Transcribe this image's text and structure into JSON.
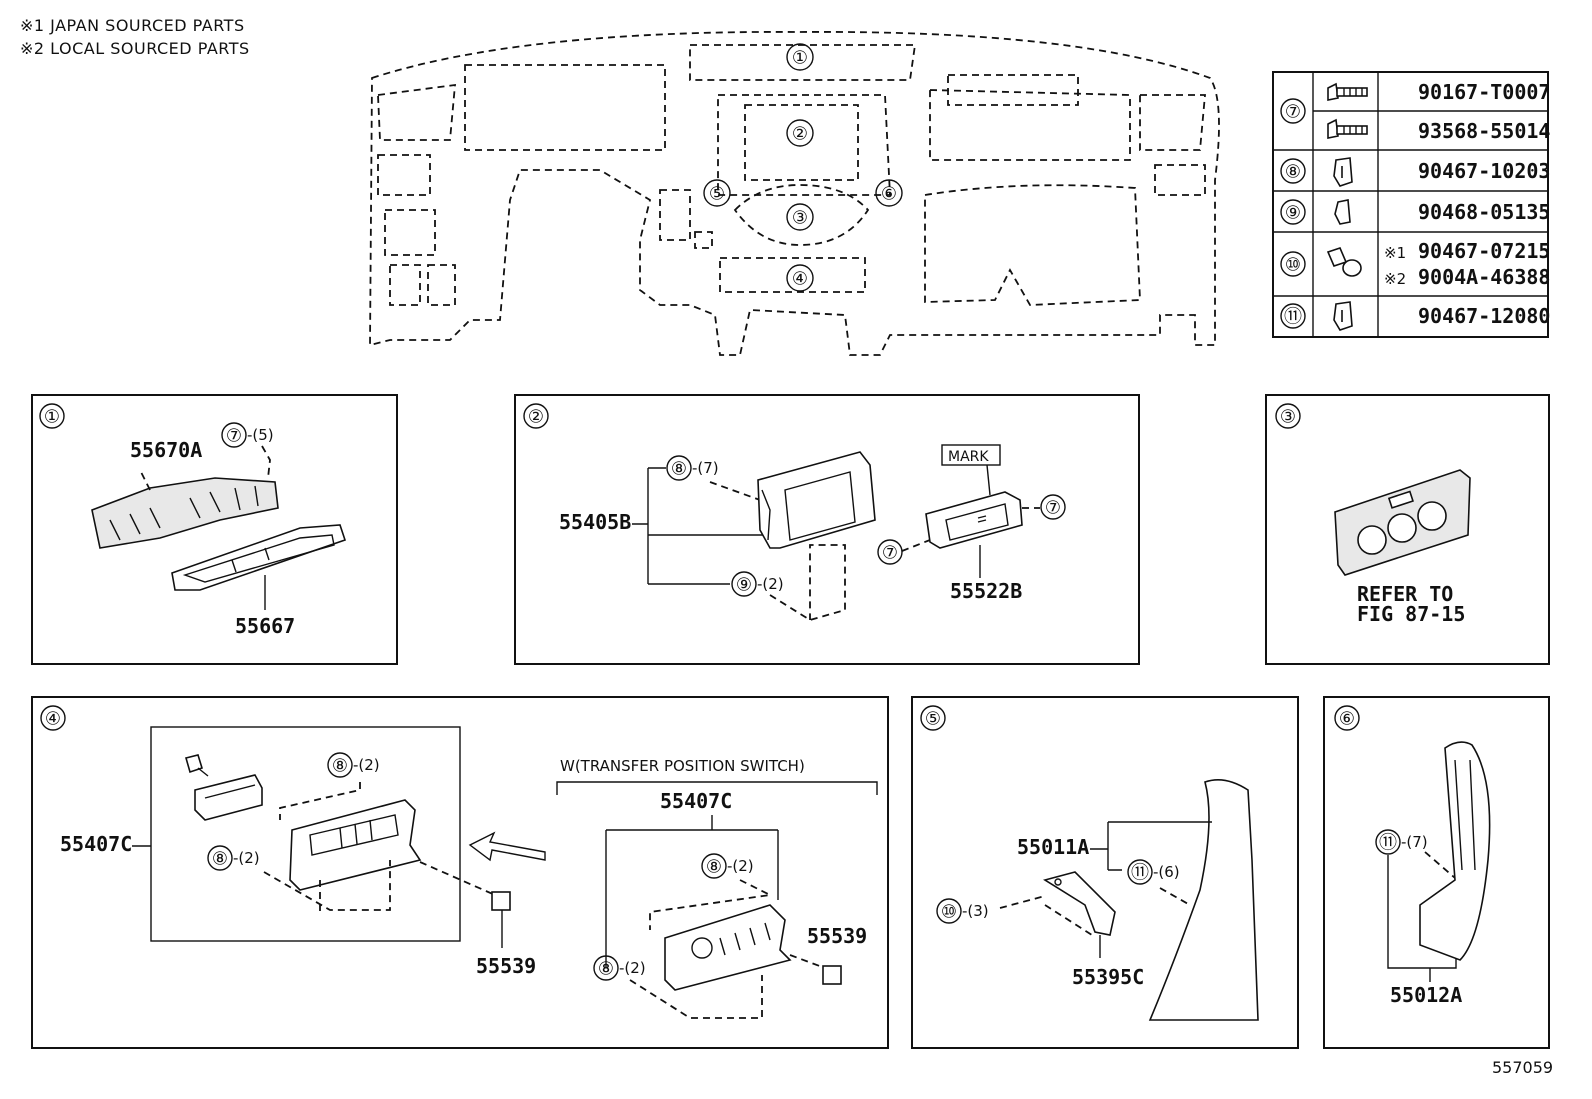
{
  "notes": {
    "japan": "※1 JAPAN SOURCED PARTS",
    "local": "※2 LOCAL SOURCED PARTS"
  },
  "overview_markers": [
    "①",
    "②",
    "③",
    "④",
    "⑤",
    "⑥"
  ],
  "parts_table": {
    "rows": [
      {
        "ref": "⑦",
        "parts": [
          {
            "prefix": "",
            "number": "90167-T0007"
          },
          {
            "prefix": "",
            "number": "93568-55014"
          }
        ],
        "icon": "screw-icon"
      },
      {
        "ref": "⑧",
        "parts": [
          {
            "prefix": "",
            "number": "90467-10203"
          }
        ],
        "icon": "clip-icon"
      },
      {
        "ref": "⑨",
        "parts": [
          {
            "prefix": "",
            "number": "90468-05135"
          }
        ],
        "icon": "clip-icon"
      },
      {
        "ref": "⑩",
        "parts": [
          {
            "prefix": "※1",
            "number": "90467-07215"
          },
          {
            "prefix": "※2",
            "number": "9004A-46388"
          }
        ],
        "icon": "grommet-icon"
      },
      {
        "ref": "⑪",
        "parts": [
          {
            "prefix": "",
            "number": "90467-12080"
          }
        ],
        "icon": "clip-icon"
      }
    ]
  },
  "panel1": {
    "marker": "①",
    "vent_part": "55670A",
    "bezel_part": "55667",
    "clip_ref": "⑦",
    "clip_qty": "-(5)"
  },
  "panel2": {
    "marker": "②",
    "display_part": "55405B",
    "clip8_ref": "⑧",
    "clip8_qty": "-(7)",
    "clip9_ref": "⑨",
    "clip9_qty": "-(2)",
    "mark_label": "MARK",
    "switch_part": "55522B",
    "screw_ref_a": "⑦",
    "screw_ref_b": "⑦"
  },
  "panel3": {
    "marker": "③",
    "refer_line1": "REFER TO",
    "refer_line2": "FIG 87-15"
  },
  "panel4": {
    "marker": "④",
    "bezel_part_left": "55407C",
    "clip_top_ref": "⑧",
    "clip_top_qty": "-(2)",
    "clip_mid_ref": "⑧",
    "clip_mid_qty": "-(2)",
    "plug_part_left": "55539",
    "variant_label": "W(TRANSFER POSITION SWITCH)",
    "bezel_part_right": "55407C",
    "clip_r1_ref": "⑧",
    "clip_r1_qty": "-(2)",
    "clip_r2_ref": "⑧",
    "clip_r2_qty": "-(2)",
    "plug_part_right": "55539"
  },
  "panel5": {
    "marker": "⑤",
    "cover_part": "55011A",
    "clip_ref": "⑪",
    "clip_qty": "-(6)",
    "grommet_ref": "⑩",
    "grommet_qty": "-(3)",
    "bracket_part": "55395C"
  },
  "panel6": {
    "marker": "⑥",
    "clip_ref": "⑪",
    "clip_qty": "-(7)",
    "cover_part": "55012A"
  },
  "figure_id": "557059"
}
